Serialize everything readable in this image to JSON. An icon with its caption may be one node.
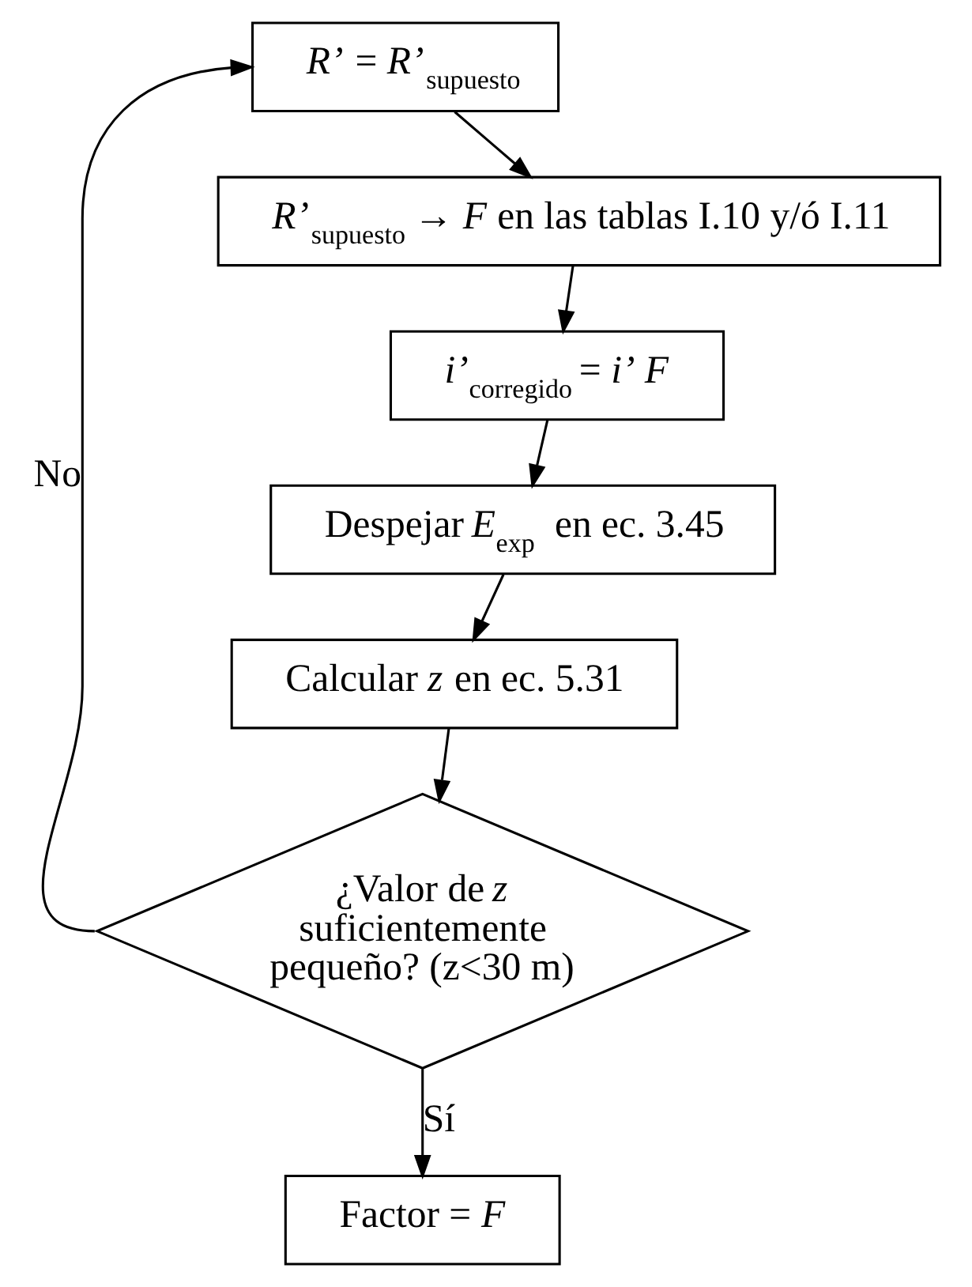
{
  "diagram": {
    "nodes": [
      {
        "text": [
          "*R’* = *R’*$_{supuesto}$"
        ]
      },
      {
        "text": [
          "*R’*$_{supuesto}$ → *F* en las tablas I.10 y/ó I.11"
        ]
      },
      {
        "text": [
          "*i’*$_{corregido}$ = *i’ F*"
        ]
      },
      {
        "text": [
          "Despejar *E*$_{exp}$ en ec. 3.45"
        ]
      },
      {
        "text": [
          "Calcular *z* en ec. 5.31"
        ]
      },
      {
        "text": [
          "¿Valor de *z* suficientemente pequeño? (z<30 m)"
        ]
      },
      {
        "text": [
          "Factor = *F*"
        ]
      }
    ],
    "edges": [
      {
        "from": 0,
        "to": 1,
        "arrow": "to"
      },
      {
        "from": 1,
        "to": 2,
        "arrow": "to"
      },
      {
        "from": 2,
        "to": 3,
        "arrow": "to"
      },
      {
        "from": 3,
        "to": 4,
        "arrow": "to"
      },
      {
        "from": 4,
        "to": 5,
        "arrow": "to"
      },
      {
        "from": 5,
        "to": 6,
        "arrow": "to",
        "label": "Sí"
      },
      {
        "from": 5,
        "to": 0,
        "arrow": "to",
        "label": "No"
      }
    ]
  }
}
